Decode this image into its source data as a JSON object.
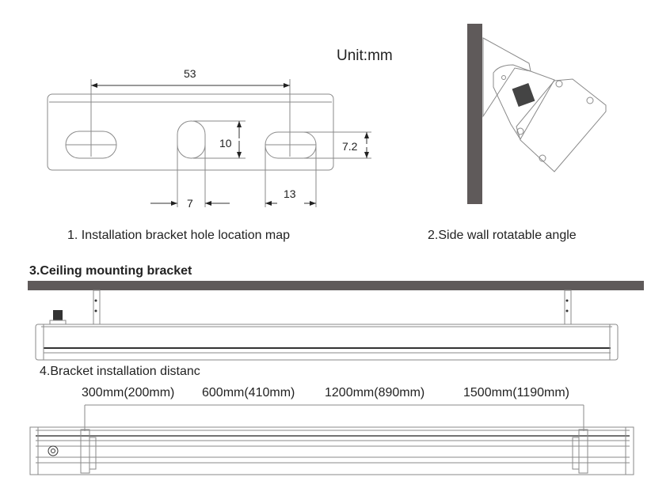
{
  "unit_label": "Unit:mm",
  "section1": {
    "caption": "1. Installation bracket hole location map",
    "dims": {
      "span": "53",
      "hole_height": "10",
      "slot_height": "7.2",
      "hole_width": "7",
      "slot_width": "13"
    }
  },
  "section2": {
    "caption": "2.Side wall rotatable angle"
  },
  "section3": {
    "title": "3.Ceiling mounting bracket"
  },
  "section4": {
    "title": "4.Bracket installation distanc",
    "distances": [
      "300mm(200mm)",
      "600mm(410mm)",
      "1200mm(890mm)",
      "1500mm(1190mm)"
    ]
  },
  "colors": {
    "wall": "#5f5a5a",
    "line": "#8a8a8a"
  }
}
